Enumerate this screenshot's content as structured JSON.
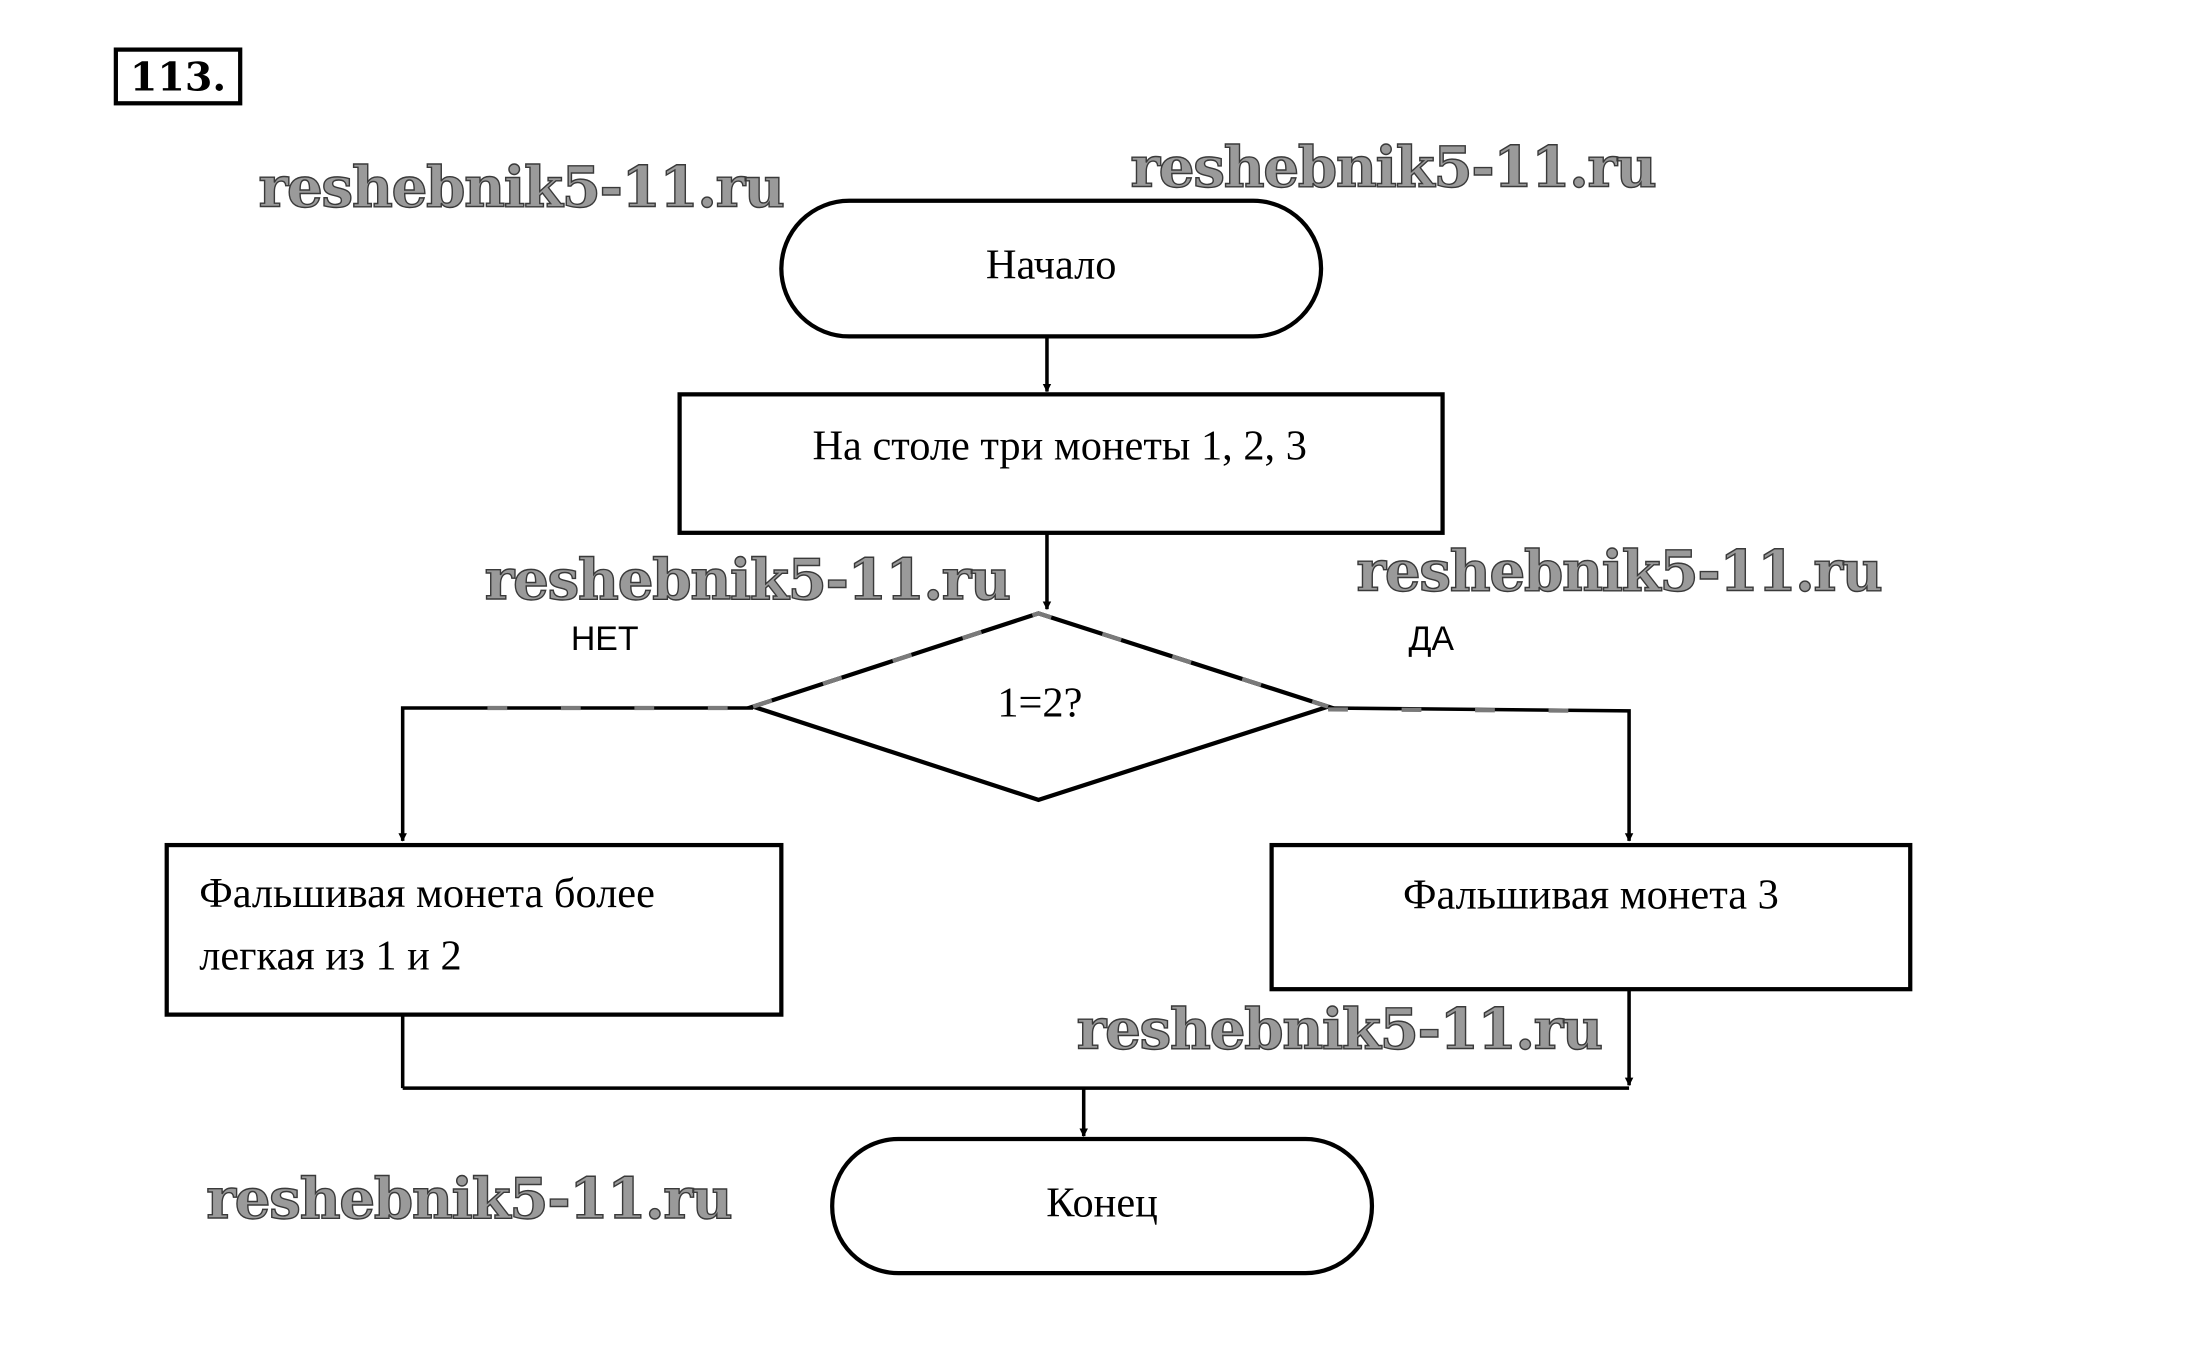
{
  "problem_number": "113.",
  "watermark": "reshebnik5-11.ru",
  "nodes": {
    "start": "Начало",
    "process": "На столе три монеты 1, 2, 3",
    "decision": "1=2?",
    "no_branch": [
      "Фальшивая монета более",
      "легкая из 1 и 2"
    ],
    "yes_branch": "Фальшивая монета 3",
    "end": "Конец"
  },
  "labels": {
    "no": "НЕТ",
    "yes": "ДА"
  }
}
